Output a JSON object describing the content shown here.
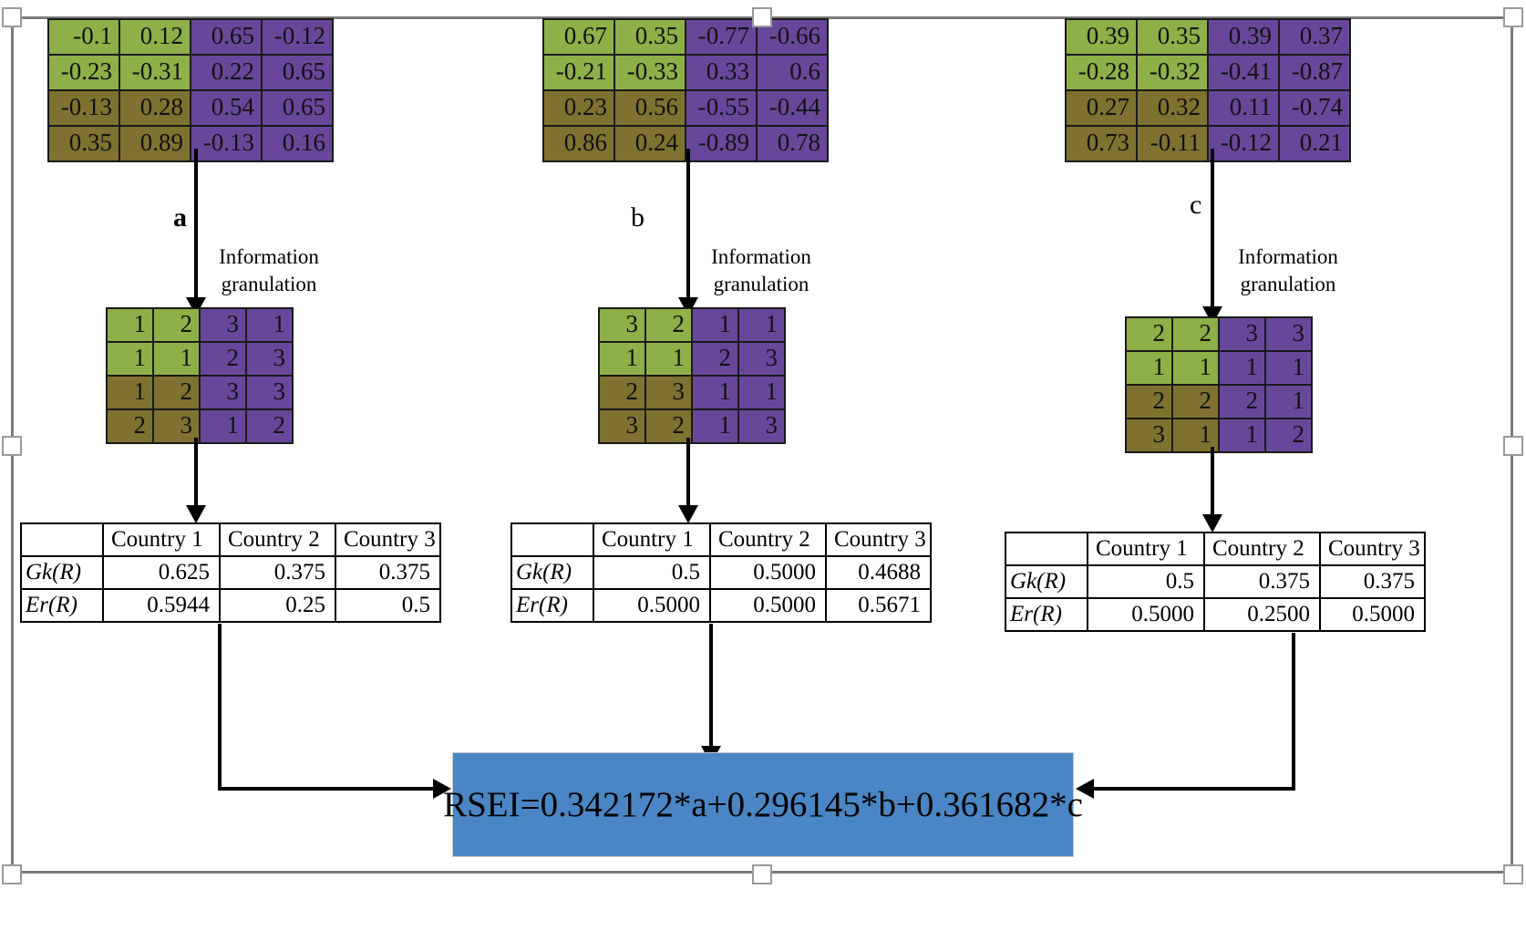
{
  "diagram": {
    "title": "RSEI information granulation flowchart",
    "colors": {
      "green": "#8db048",
      "olive": "#7f7130",
      "purple": "#68479b",
      "rsei_box": "#4a86c5",
      "line": "#000000",
      "selection_frame": "#7a7a7a"
    },
    "branches": [
      {
        "letter": "a",
        "granulation_label": "Information\ngranulation",
        "granulation_label_line1": "Information",
        "granulation_label_line2": "granulation",
        "source_matrix": {
          "rows": [
            [
              "-0.1",
              "0.12",
              "0.65",
              "-0.12"
            ],
            [
              "-0.23",
              "-0.31",
              "0.22",
              "0.65"
            ],
            [
              "-0.13",
              "0.28",
              "0.54",
              "0.65"
            ],
            [
              "0.35",
              "0.89",
              "-0.13",
              "0.16"
            ]
          ],
          "cell_colors": [
            [
              "green",
              "green",
              "purple",
              "purple"
            ],
            [
              "green",
              "green",
              "purple",
              "purple"
            ],
            [
              "olive",
              "olive",
              "purple",
              "purple"
            ],
            [
              "olive",
              "olive",
              "purple",
              "purple"
            ]
          ]
        },
        "granulated_matrix": {
          "rows": [
            [
              "1",
              "2",
              "3",
              "1"
            ],
            [
              "1",
              "1",
              "2",
              "3"
            ],
            [
              "1",
              "2",
              "3",
              "3"
            ],
            [
              "2",
              "3",
              "1",
              "2"
            ]
          ],
          "cell_colors": [
            [
              "green",
              "green",
              "purple",
              "purple"
            ],
            [
              "green",
              "green",
              "purple",
              "purple"
            ],
            [
              "olive",
              "olive",
              "purple",
              "purple"
            ],
            [
              "olive",
              "olive",
              "purple",
              "purple"
            ]
          ]
        },
        "result_table": {
          "columns": [
            "",
            "Country 1",
            "Country 2",
            "Country 3"
          ],
          "rows": [
            {
              "label": "Gk(R)",
              "values": [
                "0.625",
                "0.375",
                "0.375"
              ]
            },
            {
              "label": "Er(R)",
              "values": [
                "0.5944",
                "0.25",
                "0.5"
              ]
            }
          ]
        }
      },
      {
        "letter": "b",
        "granulation_label_line1": "Information",
        "granulation_label_line2": "granulation",
        "source_matrix": {
          "rows": [
            [
              "0.67",
              "0.35",
              "-0.77",
              "-0.66"
            ],
            [
              "-0.21",
              "-0.33",
              "0.33",
              "0.6"
            ],
            [
              "0.23",
              "0.56",
              "-0.55",
              "-0.44"
            ],
            [
              "0.86",
              "0.24",
              "-0.89",
              "0.78"
            ]
          ],
          "cell_colors": [
            [
              "green",
              "green",
              "purple",
              "purple"
            ],
            [
              "green",
              "green",
              "purple",
              "purple"
            ],
            [
              "olive",
              "olive",
              "purple",
              "purple"
            ],
            [
              "olive",
              "olive",
              "purple",
              "purple"
            ]
          ]
        },
        "granulated_matrix": {
          "rows": [
            [
              "3",
              "2",
              "1",
              "1"
            ],
            [
              "1",
              "1",
              "2",
              "3"
            ],
            [
              "2",
              "3",
              "1",
              "1"
            ],
            [
              "3",
              "2",
              "1",
              "3"
            ]
          ],
          "cell_colors": [
            [
              "green",
              "green",
              "purple",
              "purple"
            ],
            [
              "green",
              "green",
              "purple",
              "purple"
            ],
            [
              "olive",
              "olive",
              "purple",
              "purple"
            ],
            [
              "olive",
              "olive",
              "purple",
              "purple"
            ]
          ]
        },
        "result_table": {
          "columns": [
            "",
            "Country 1",
            "Country 2",
            "Country 3"
          ],
          "rows": [
            {
              "label": "Gk(R)",
              "values": [
                "0.5",
                "0.5000",
                "0.4688"
              ]
            },
            {
              "label": "Er(R)",
              "values": [
                "0.5000",
                "0.5000",
                "0.5671"
              ]
            }
          ]
        }
      },
      {
        "letter": "c",
        "granulation_label_line1": "Information",
        "granulation_label_line2": "granulation",
        "source_matrix": {
          "rows": [
            [
              "0.39",
              "0.35",
              "0.39",
              "0.37"
            ],
            [
              "-0.28",
              "-0.32",
              "-0.41",
              "-0.87"
            ],
            [
              "0.27",
              "0.32",
              "0.11",
              "-0.74"
            ],
            [
              "0.73",
              "-0.11",
              "-0.12",
              "0.21"
            ]
          ],
          "cell_colors": [
            [
              "green",
              "green",
              "purple",
              "purple"
            ],
            [
              "green",
              "green",
              "purple",
              "purple"
            ],
            [
              "olive",
              "olive",
              "purple",
              "purple"
            ],
            [
              "olive",
              "olive",
              "purple",
              "purple"
            ]
          ]
        },
        "granulated_matrix": {
          "rows": [
            [
              "2",
              "2",
              "3",
              "3"
            ],
            [
              "1",
              "1",
              "1",
              "1"
            ],
            [
              "2",
              "2",
              "2",
              "1"
            ],
            [
              "3",
              "1",
              "1",
              "2"
            ]
          ],
          "cell_colors": [
            [
              "green",
              "green",
              "purple",
              "purple"
            ],
            [
              "green",
              "green",
              "purple",
              "purple"
            ],
            [
              "olive",
              "olive",
              "purple",
              "purple"
            ],
            [
              "olive",
              "olive",
              "purple",
              "purple"
            ]
          ]
        },
        "result_table": {
          "columns": [
            "",
            "Country 1",
            "Country 2",
            "Country 3"
          ],
          "rows": [
            {
              "label": "Gk(R)",
              "values": [
                "0.5",
                "0.375",
                "0.375"
              ]
            },
            {
              "label": "Er(R)",
              "values": [
                "0.5000",
                "0.2500",
                "0.5000"
              ]
            }
          ]
        }
      }
    ],
    "result_box": {
      "formula": "RSEI=0.342172*a+0.296145*b+0.361682*c"
    }
  }
}
